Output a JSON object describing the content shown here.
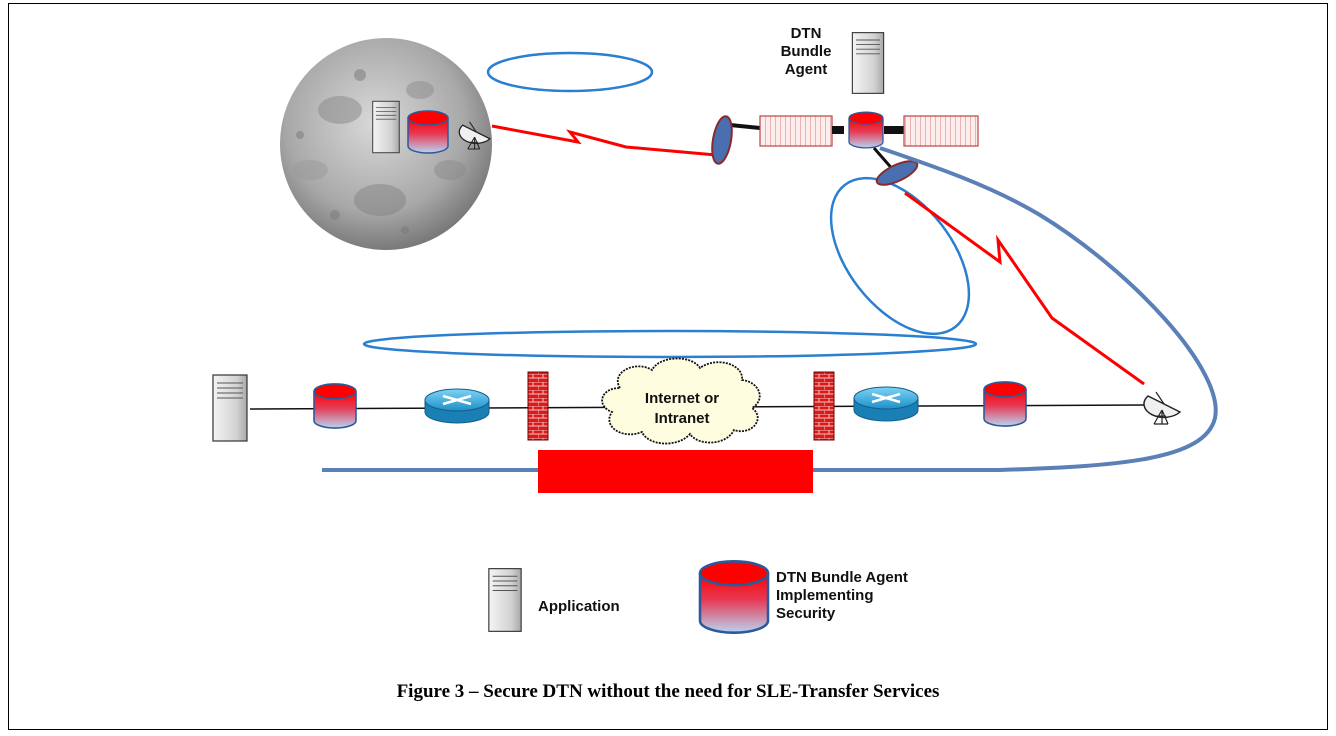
{
  "labels": {
    "dtn_bundle_agent": [
      "DTN",
      "Bundle",
      "Agent"
    ],
    "cloud": [
      "Internet or",
      "Intranet"
    ],
    "legend_application": "Application",
    "legend_agent": [
      "DTN Bundle Agent",
      "Implementing",
      "Security"
    ],
    "caption": "Figure 3 – Secure DTN without the need for SLE-Transfer Services"
  },
  "colors": {
    "red_link": "#ff0000",
    "blue_path": "#5b80b8",
    "ellipse": "#2a7fd0",
    "secure_bar": "#ff0000"
  },
  "icons": {
    "application": "server-tower-icon",
    "agent": "database-cylinder-icon",
    "router": "router-icon",
    "firewall": "firewall-icon",
    "dish": "satellite-dish-icon",
    "cloud": "cloud-icon",
    "moon": "moon-icon",
    "satellite": "satellite-icon"
  }
}
